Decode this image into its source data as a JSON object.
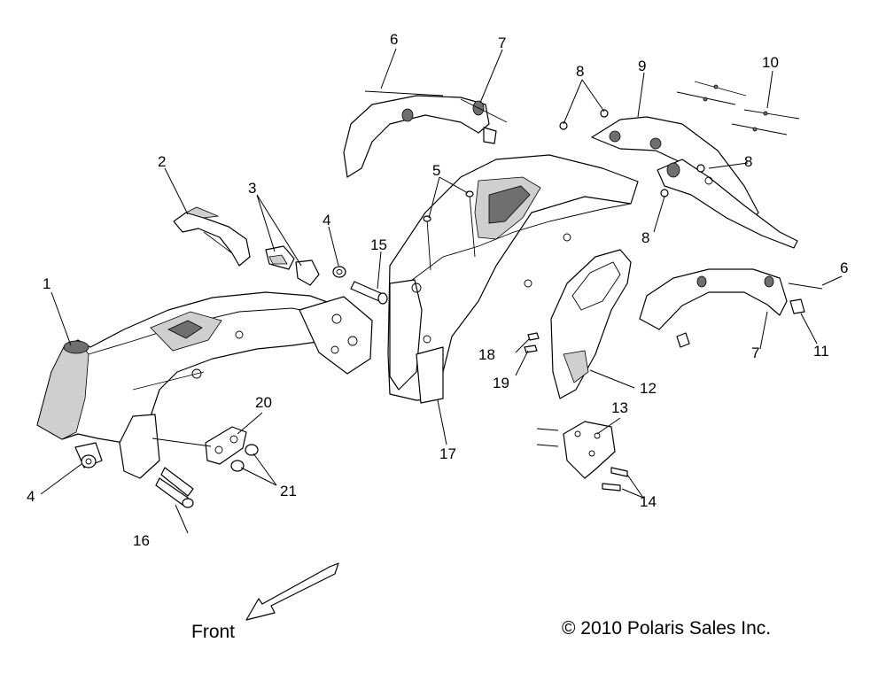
{
  "callouts": {
    "c1": "1",
    "c2": "2",
    "c3": "3",
    "c4a": "4",
    "c4b": "4",
    "c5": "5",
    "c6a": "6",
    "c6b": "6",
    "c7a": "7",
    "c7b": "7",
    "c8a": "8",
    "c8b": "8",
    "c8c": "8",
    "c9": "9",
    "c10": "10",
    "c11": "11",
    "c12": "12",
    "c13": "13",
    "c14": "14",
    "c15": "15",
    "c16": "16",
    "c17": "17",
    "c18": "18",
    "c19": "19",
    "c20": "20",
    "c21": "21"
  },
  "front_label": "Front",
  "copyright": "© 2010 Polaris Sales Inc."
}
